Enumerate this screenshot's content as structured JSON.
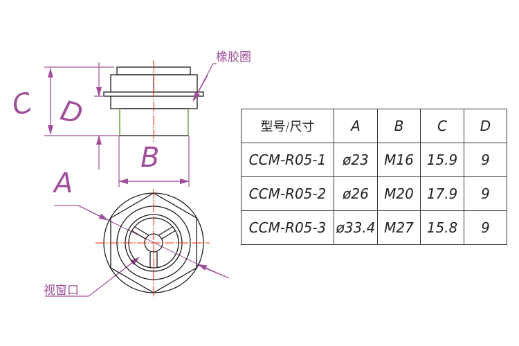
{
  "labels": {
    "rubber_ring": "橡胶圈",
    "view_window": "视窗口",
    "A": "A",
    "B": "B",
    "C": "C",
    "D": "D"
  },
  "table": {
    "headers": [
      "型号/尺寸",
      "A",
      "B",
      "C",
      "D"
    ],
    "rows": [
      [
        "CCM-R05-1",
        "ø23",
        "M16",
        "15.9",
        "9"
      ],
      [
        "CCM-R05-2",
        "ø26",
        "M20",
        "17.9",
        "9"
      ],
      [
        "CCM-R05-3",
        "ø33.4",
        "M27",
        "15.8",
        "9"
      ]
    ]
  },
  "colors": {
    "dimension": "#a0509a",
    "centerline": "#ff2a00",
    "outline": "#1a1a1a",
    "thread": "#7ab648"
  }
}
